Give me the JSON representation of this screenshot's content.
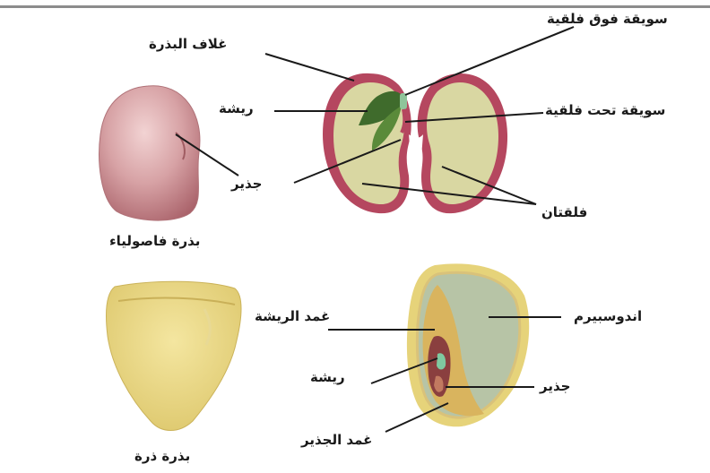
{
  "bean": {
    "seed_caption": "بذرة فاصولياء",
    "labels": {
      "seed_coat": "غلاف البذرة",
      "epicotyl": "سويقة فوق فلقية",
      "plumule": "ريشة",
      "hypocotyl": "سويقة تحت فلقية",
      "radicle": "جذير",
      "cotyledons": "فلقتان"
    }
  },
  "corn": {
    "seed_caption": "بذرة ذرة",
    "labels": {
      "coleoptile": "غمد الريشة",
      "endosperm": "اندوسبيرم",
      "plumule": "ريشة",
      "radicle": "جذير",
      "coleorhiza": "غمد الجذير"
    }
  },
  "colors": {
    "bean_coat": "#b5475f",
    "bean_inner": "#d9d7a2",
    "bean_seed": "#c48a90",
    "plumule_green": "#3f6b2c",
    "corn_outer": "#e6d37a",
    "corn_endosperm": "#b7c4a6",
    "corn_embryo": "#d9b45e",
    "corn_embryo_dark": "#8a3f3f"
  }
}
